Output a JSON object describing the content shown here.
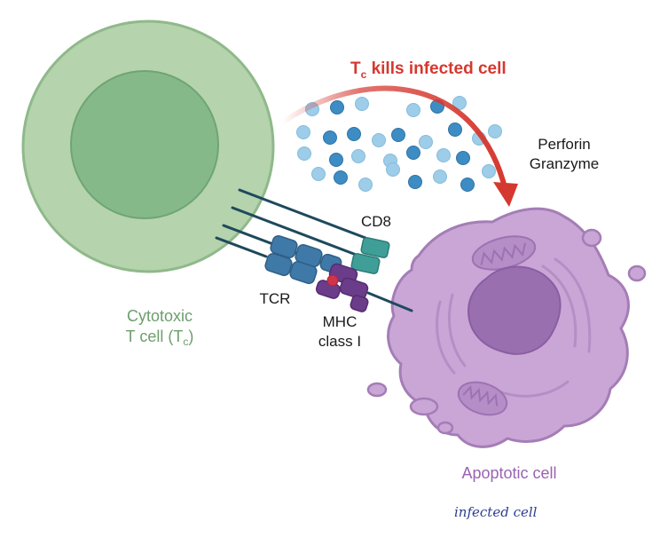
{
  "title": {
    "prefix": "T",
    "subscript": "c",
    "rest": " kills infected cell",
    "color": "#d5382f"
  },
  "labels": {
    "perforin": "Perforin",
    "granzyme": "Granzyme",
    "cd8": "CD8",
    "tcr": "TCR",
    "mhc_line1": "MHC",
    "mhc_line2": "class I",
    "tcell_line1": "Cytotoxic",
    "tcell_line2_prefix": "T cell (T",
    "tcell_line2_sub": "c",
    "tcell_line2_suffix": ")",
    "apoptotic": "Apoptotic cell",
    "handwritten_note": "infected cell"
  },
  "colors": {
    "tcell_outer": "#b5d3ad",
    "tcell_inner": "#86b98a",
    "tcell_label": "#6c9e6c",
    "apoptotic_fill": "#c9a6d6",
    "apoptotic_stroke": "#a47db6",
    "apoptotic_nucleus": "#9a6fb0",
    "apoptotic_label": "#9a63b3",
    "granule_light": "#9dcde8",
    "granule_dark": "#3d8cc4",
    "tcr_color": "#3f79a8",
    "cd8_color": "#3f9e98",
    "mhc_color": "#6b3c8a",
    "stalk_color": "#1e4a5c",
    "note_color": "#2c3f8f"
  }
}
